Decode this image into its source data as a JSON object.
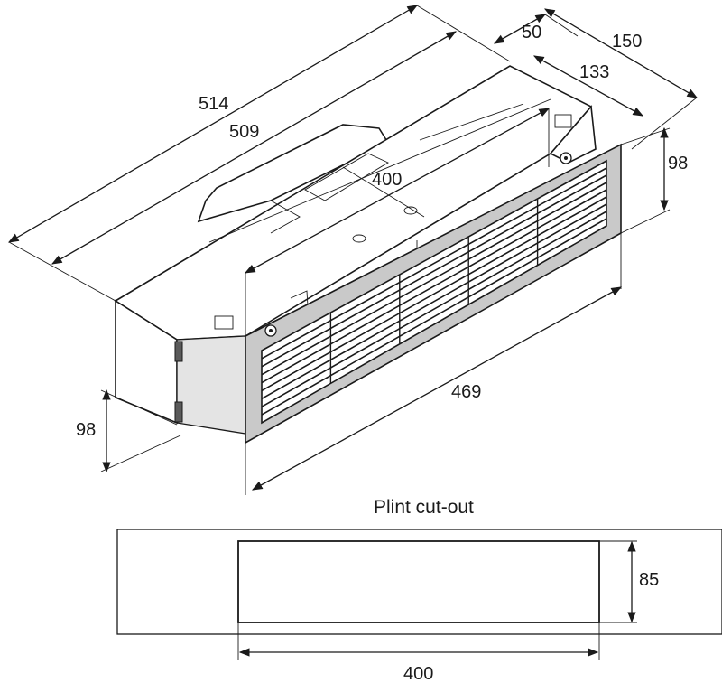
{
  "dimensions": {
    "overall_length": "514",
    "inner_length": "509",
    "top_depth": "50",
    "overall_depth": "150",
    "grille_depth": "133",
    "vent_opening": "400",
    "grille_height": "98",
    "body_height": "98",
    "grille_width": "469"
  },
  "plinth": {
    "title": "Plint cut-out",
    "height": "85",
    "width": "400"
  }
}
